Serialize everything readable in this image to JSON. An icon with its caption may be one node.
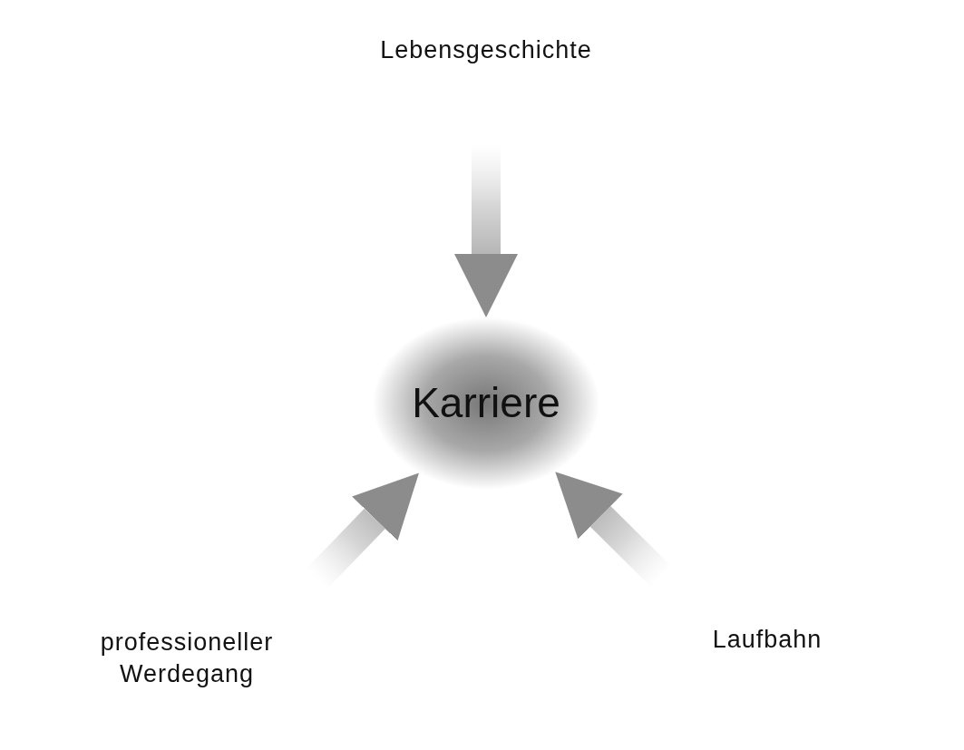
{
  "diagram": {
    "nodes": [
      {
        "text": [
          "Lebensgeschichte"
        ]
      },
      {
        "text": [
          "Karriere"
        ]
      },
      {
        "text": [
          "professioneller Werdegang"
        ]
      },
      {
        "text": [
          "Laufbahn"
        ]
      }
    ],
    "edges": [
      {
        "from": 0,
        "to": 1,
        "arrow": "to",
        "style": "thick"
      },
      {
        "from": 2,
        "to": 1,
        "arrow": "to",
        "style": "thick"
      },
      {
        "from": 3,
        "to": 1,
        "arrow": "to",
        "style": "thick"
      }
    ]
  }
}
